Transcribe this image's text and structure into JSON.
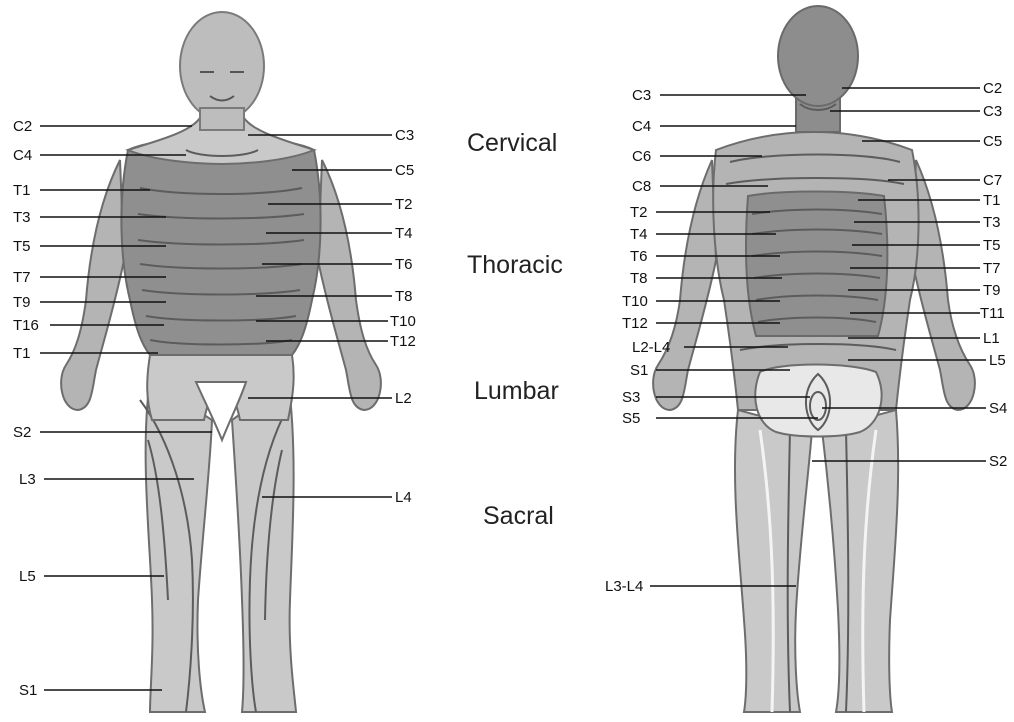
{
  "sections": [
    "Cervical",
    "Thoracic",
    "Lumbar",
    "Sacral"
  ],
  "front_labels": {
    "left": [
      "C2",
      "C4",
      "T1",
      "T3",
      "T5",
      "T7",
      "T9",
      "T16",
      "T1",
      "S2",
      "L3",
      "L5",
      "S1"
    ],
    "right": [
      "C3",
      "C5",
      "T2",
      "T4",
      "T6",
      "T8",
      "T10",
      "T12",
      "L2",
      "L4"
    ]
  },
  "back_labels": {
    "left": [
      "C3",
      "C4",
      "C6",
      "C8",
      "T2",
      "T4",
      "T6",
      "T8",
      "T10",
      "T12",
      "L2-L4",
      "S1",
      "S3",
      "S5",
      "L3-L4"
    ],
    "right": [
      "C2",
      "C3",
      "C5",
      "C7",
      "T1",
      "T3",
      "T5",
      "T7",
      "T9",
      "T11",
      "L1",
      "L5",
      "S4",
      "S2"
    ]
  }
}
